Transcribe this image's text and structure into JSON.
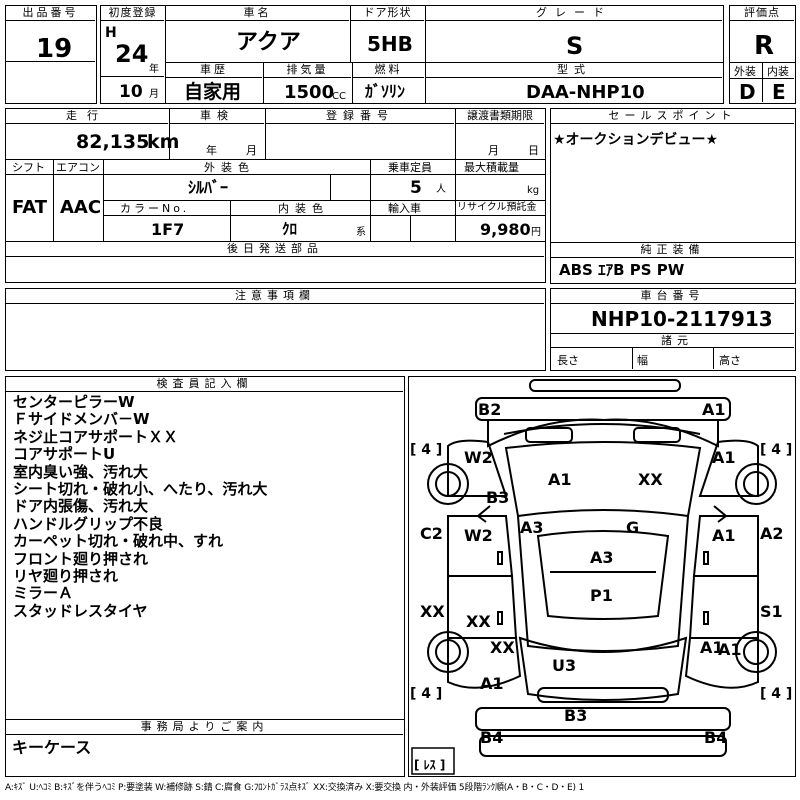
{
  "header": {
    "lot_number_label": "出品番号",
    "lot_number": "19",
    "first_reg_label": "初度登録",
    "era": "H",
    "year": "24",
    "year_unit": "年",
    "month": "10",
    "month_unit": "月",
    "car_name_label": "車名",
    "car_name": "アクア",
    "door_label": "ドア形状",
    "door": "5HB",
    "grade_label": "グレード",
    "grade": "S",
    "score_label": "評価点",
    "score": "R",
    "history_label": "車歴",
    "history": "自家用",
    "displacement_label": "排気量",
    "displacement": "1500",
    "displacement_unit": "CC",
    "fuel_label": "燃料",
    "fuel": "ｶﾞｿﾘﾝ",
    "model_label": "型式",
    "model": "DAA-NHP10",
    "exterior_label": "外装",
    "exterior": "D",
    "interior_label": "内装",
    "interior": "E"
  },
  "row2": {
    "mileage_label": "走行",
    "mileage": "82,135",
    "mileage_unit": "km",
    "inspection_label": "車検",
    "inspection_year_unit": "年",
    "inspection_month_unit": "月",
    "reg_number_label": "登録番号",
    "deadline_label": "譲渡書類期限",
    "deadline_month_unit": "月",
    "deadline_day_unit": "日",
    "shift_label": "シフト",
    "shift": "FAT",
    "ac_label": "エアコン",
    "ac": "AAC",
    "color_label": "外装色",
    "color": "ｼﾙﾊﾞｰ",
    "seats_label": "乗車定員",
    "seats": "5",
    "seats_unit": "人",
    "max_load_label": "最大積載量",
    "max_load_unit": "kg",
    "color_no_label": "カラーNo.",
    "color_no": "1F7",
    "interior_color_label": "内装色",
    "interior_color": "ｸﾛ",
    "interior_color_unit": "系",
    "import_label": "輸入車",
    "recycle_label": "リサイクル預託金",
    "recycle": "9,980",
    "recycle_unit": "円"
  },
  "sales_point": {
    "label": "セールスポイント",
    "text": "★オークションデビュー★"
  },
  "later_parts": {
    "label": "後日発送部品"
  },
  "genuine": {
    "label": "純正装備",
    "text": "ABS ｴｱB PS PW"
  },
  "notes": {
    "label": "注意事項欄"
  },
  "chassis": {
    "label": "車台番号",
    "value": "NHP10-2117913",
    "dims_label": "諸元",
    "length_label": "長さ",
    "width_label": "幅",
    "height_label": "高さ"
  },
  "inspector": {
    "label": "検査員記入欄",
    "lines": [
      "センターピラーW",
      "Ｆサイドメンバ－W",
      "ネジ止コアサポートＸＸ",
      "コアサポートU",
      "室内臭い強、汚れ大",
      "シート切れ・破れ小、へたり、汚れ大",
      "ドア内張傷、汚れ大",
      "ハンドルグリップ不良",
      "カーペット切れ・破れ中、すれ",
      "フロント廻り押され",
      "リヤ廻り押され",
      "ミラーＡ",
      "スタッドレスタイヤ"
    ]
  },
  "office": {
    "label": "事務局よりご案内",
    "text": "キーケース"
  },
  "diagram": {
    "labels": [
      "B2",
      "A1",
      "W2",
      "A1",
      "B3",
      "A1",
      "XX",
      "A3",
      "G",
      "C2",
      "W2",
      "A3",
      "A1",
      "A2",
      "P1",
      "XX",
      "XX",
      "S1",
      "XX",
      "A1",
      "U3",
      "A1",
      "A1",
      "B3",
      "B4",
      "B4"
    ],
    "tire_marks": [
      "[ 4 ]",
      "[ 4 ]",
      "[ 4 ]",
      "[ 4 ]"
    ],
    "spare_tire": "[ ﾚｽ ]"
  },
  "legend": "A:ｷｽﾞ  U:ﾍｺﾐ  B:ｷｽﾞを伴うﾍｺﾐ  P:要塗装  W:補修跡  S:錆  C:腐食  G:ﾌﾛﾝﾄｶﾞﾗｽ点ｷｽﾞ  XX:交換済み  X:要交換    内・外装評価  5段階ﾗﾝｸ順(A・B・C・D・E) 1"
}
